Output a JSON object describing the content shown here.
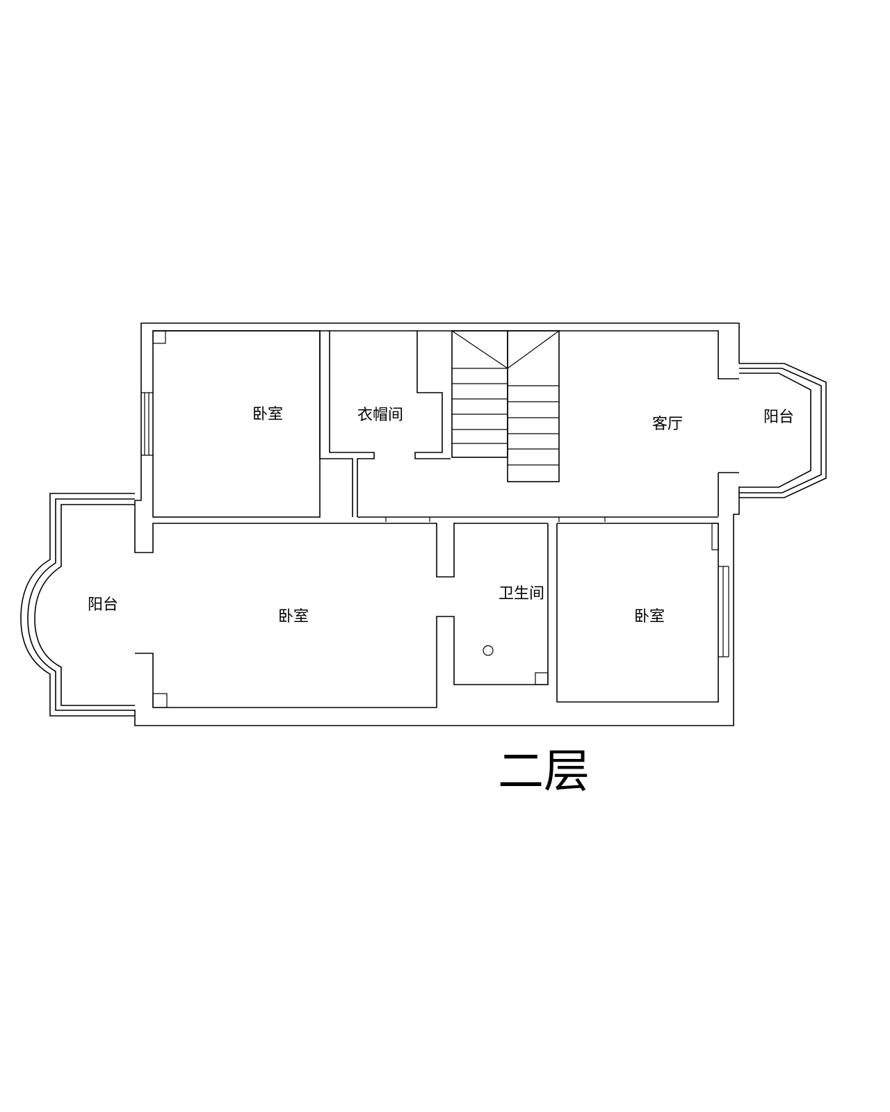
{
  "floor_title": "二层",
  "rooms": {
    "bedroom_top_left": "卧室",
    "cloakroom": "衣帽间",
    "living_room": "客厅",
    "balcony_right": "阳台",
    "balcony_left": "阳台",
    "bedroom_bottom_left": "卧室",
    "bathroom": "卫生间",
    "bedroom_bottom_right": "卧室"
  }
}
